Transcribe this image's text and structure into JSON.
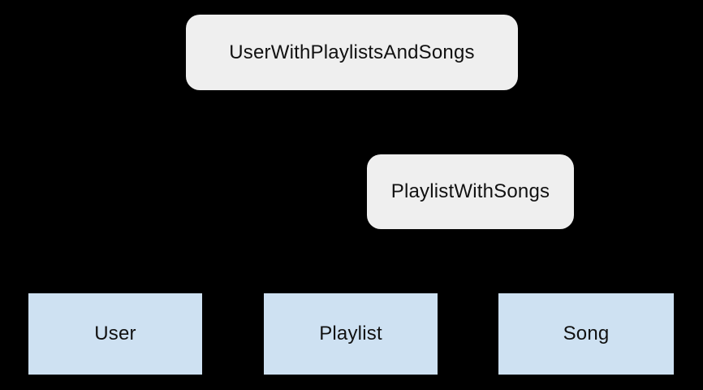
{
  "diagram": {
    "background_color": "#000000",
    "node_text_color": "#111111",
    "relation_fill_color": "#efefef",
    "entity_fill_color": "#cee1f2",
    "nodes": {
      "user_with_playlists_and_songs": {
        "label": "UserWithPlaylistsAndSongs",
        "kind": "relation-rounded"
      },
      "playlist_with_songs": {
        "label": "PlaylistWithSongs",
        "kind": "relation-rounded"
      },
      "user": {
        "label": "User",
        "kind": "entity-rect"
      },
      "playlist": {
        "label": "Playlist",
        "kind": "entity-rect"
      },
      "song": {
        "label": "Song",
        "kind": "entity-rect"
      }
    }
  }
}
